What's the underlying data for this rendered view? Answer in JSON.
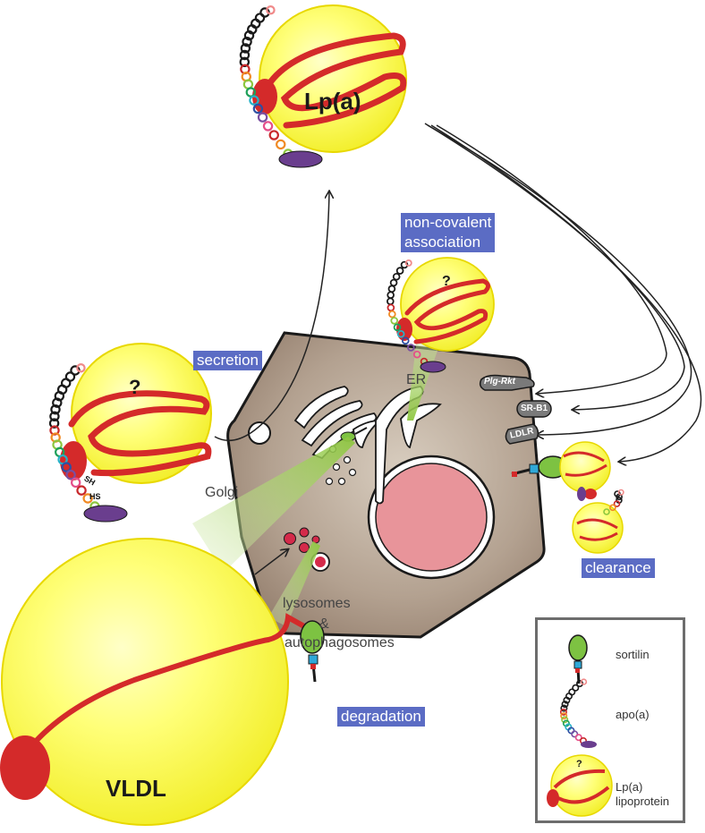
{
  "labels": {
    "lpa_title": "Lp(a)",
    "vldl": "VLDL",
    "q_top": "?",
    "q_left": "?",
    "q_legend": "?",
    "sh": "SH",
    "hs": "HS",
    "er": "ER",
    "golgi": "Golgi",
    "lysosomes": "lysosomes",
    "amp": "&",
    "autophagosomes": "autophagosomes",
    "plg_rkt": "Plg-Rkt",
    "sr_b1": "SR-B1",
    "ldlr": "LDLR"
  },
  "boxes": {
    "non_covalent_1": "non-covalent",
    "non_covalent_2": "association",
    "secretion": "secretion",
    "clearance": "clearance",
    "degradation": "degradation"
  },
  "legend": {
    "sortilin": "sortilin",
    "apoa": "apo(a)",
    "lpa_1": "Lp(a)",
    "lpa_2": "lipoprotein"
  },
  "colors": {
    "particle_fill": "#ffff5a",
    "particle_stroke": "#e8d800",
    "apob_red": "#d42a2a",
    "cell_fill": "#a89484",
    "nucleus": "#e8949a",
    "label_box": "#5b6cc4",
    "sortilin_green": "#7dc242",
    "kringle_palette": [
      "#1a1a1a",
      "#c8282b",
      "#f08a24",
      "#8cc63f",
      "#1fa05a",
      "#27b2c8",
      "#2e4fa3",
      "#7a4fa0",
      "#e54f8a"
    ]
  }
}
